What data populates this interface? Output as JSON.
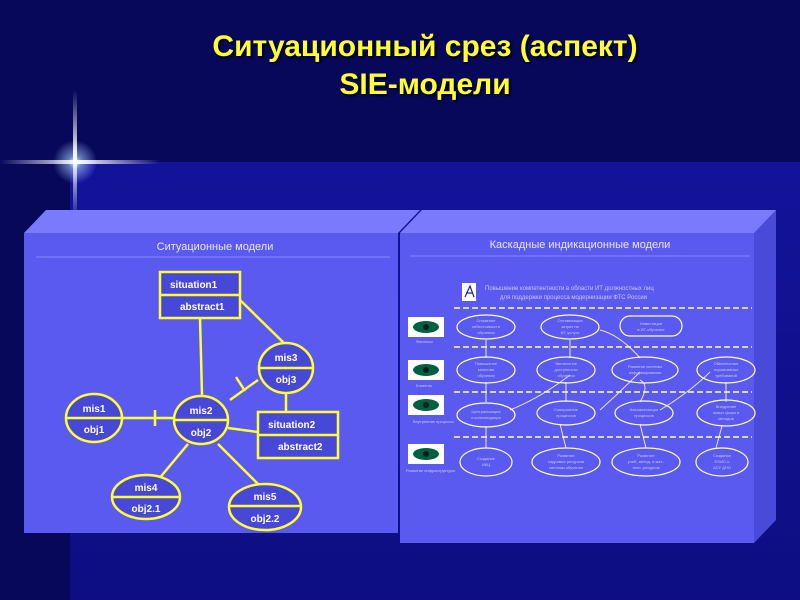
{
  "title": {
    "line1": "Ситуационный срез (аспект)",
    "line2": "SIE-модели"
  },
  "left_panel": {
    "heading": "Ситуационные модели",
    "boxes": [
      {
        "id": "situation1",
        "top": "situation1",
        "bottom": "abstract1"
      },
      {
        "id": "situation2",
        "top": "situation2",
        "bottom": "abstract2"
      }
    ],
    "ellipses": [
      {
        "id": "mis1",
        "top": "mis1",
        "bottom": "obj1"
      },
      {
        "id": "mis2",
        "top": "mis2",
        "bottom": "obj2"
      },
      {
        "id": "mis3",
        "top": "mis3",
        "bottom": "obj3"
      },
      {
        "id": "mis4",
        "top": "mis4",
        "bottom": "obj2.1"
      },
      {
        "id": "mis5",
        "top": "mis5",
        "bottom": "obj2.2"
      }
    ]
  },
  "right_panel": {
    "heading": "Каскадные индикационные модели",
    "header_line1": "Повышение компетентности в области ИТ должностных лиц",
    "header_line2": "для поддержки процесса модернизации ФТС России",
    "rows": [
      {
        "label": "Финансы",
        "items": [
          [
            "Снижение",
            "себестоимости",
            "обучения"
          ],
          [
            "Оптимизация",
            "затрат на",
            "ИТ-услуги"
          ],
          [
            "Инвестиции",
            "в ИТ-обучение"
          ]
        ]
      },
      {
        "label": "Клиенты",
        "items": [
          [
            "Повышение",
            "качества",
            "обучения"
          ],
          [
            "Увеличение",
            "доступности",
            "обучения"
          ],
          [
            "Развитие системы",
            "информирования"
          ],
          [
            "Обеспечение",
            "нормативных",
            "требований"
          ]
        ]
      },
      {
        "label": "Внутренние процессы",
        "items": [
          [
            "Централизация",
            "и консолидация"
          ],
          [
            "Совершение",
            "процессов"
          ],
          [
            "Автоматизация",
            "процессов"
          ],
          [
            "Внедрение",
            "новых форм и",
            "методов"
          ]
        ]
      },
      {
        "label": "Развитие инфраструктуры",
        "items": [
          [
            "Создание",
            "ИКЦ"
          ],
          [
            "Развитие",
            "кадровых ресурсов",
            "системы обучения"
          ],
          [
            "Развитие",
            "учеб.-метод. и мат.-",
            "техн. ресурсов"
          ],
          [
            "Создание",
            "ЕОИС и",
            "АСУ ДПО"
          ]
        ]
      }
    ]
  },
  "colors": {
    "title": "#ffff33",
    "panel": "#5a5af0",
    "panel_side": "#4040c8",
    "panel_top": "#7a7aff",
    "line": "#ffff33",
    "shape_fill": "#4848d8"
  }
}
